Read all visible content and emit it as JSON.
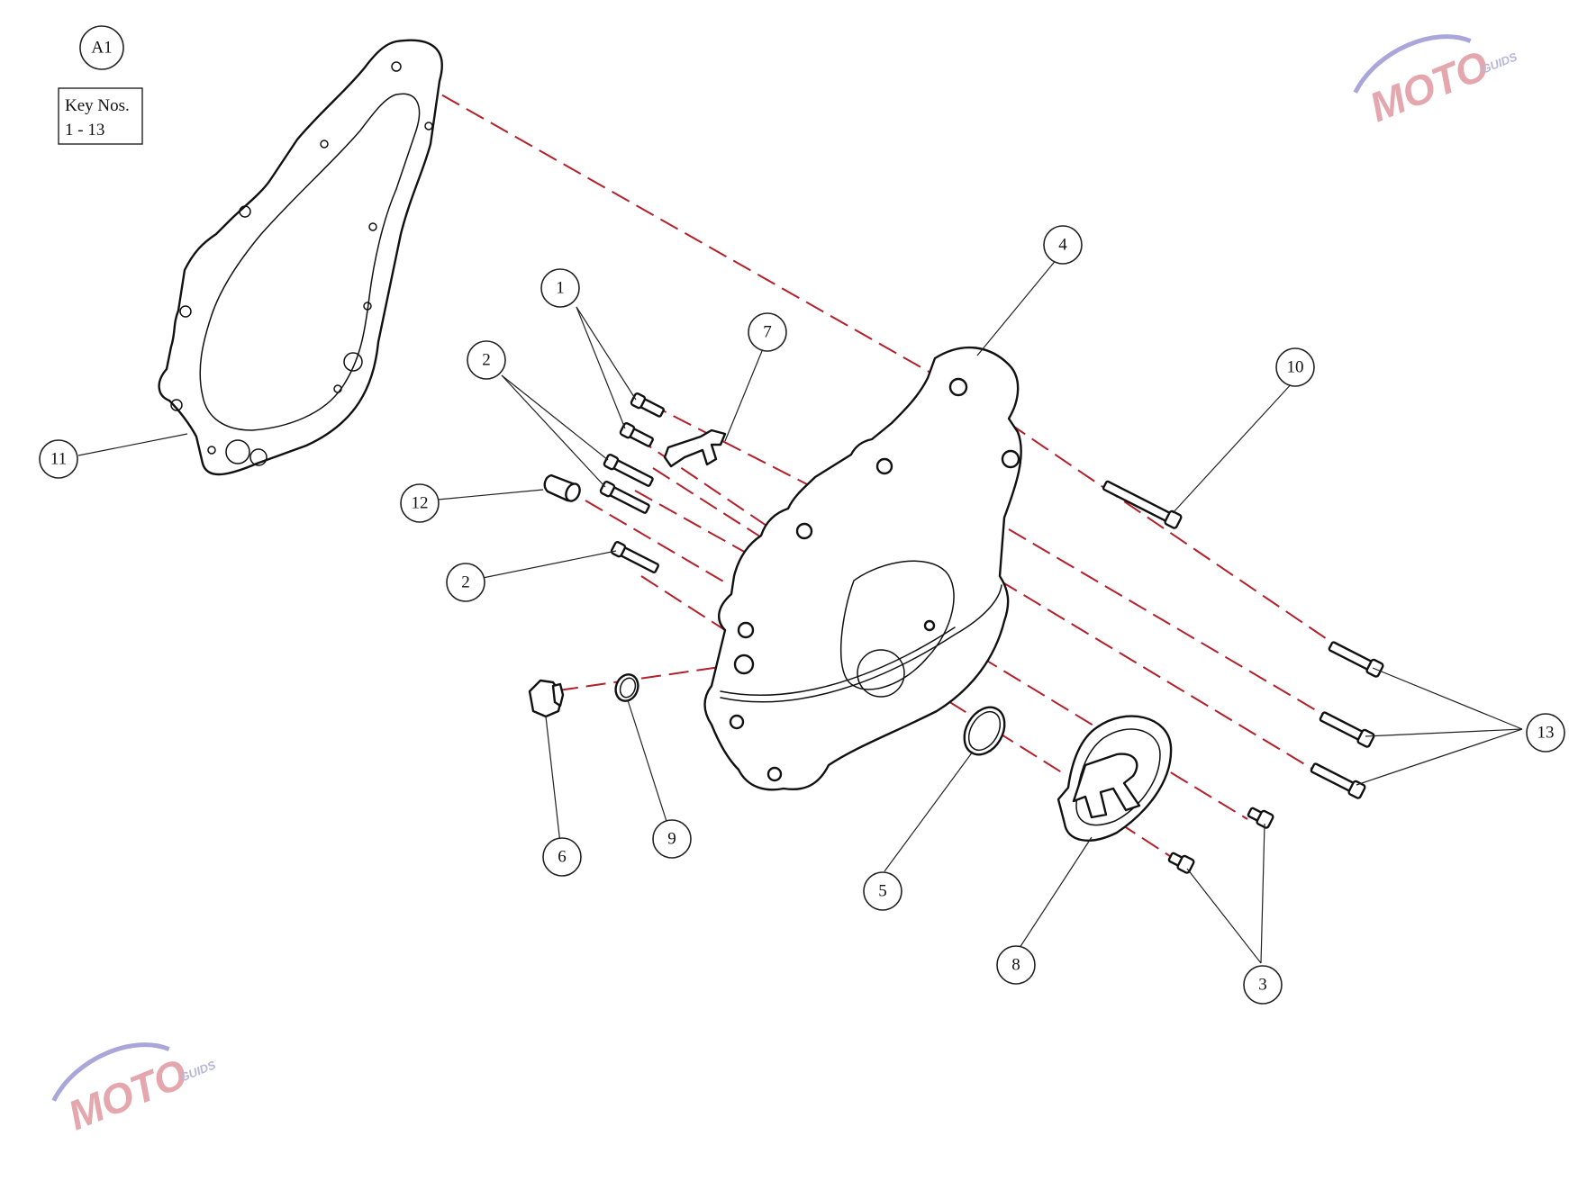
{
  "diagram": {
    "figure_label": "A1",
    "key_box": {
      "line1": "Key Nos.",
      "line2": "1 - 13"
    },
    "callouts": [
      {
        "id": "c1",
        "label": "1"
      },
      {
        "id": "c2a",
        "label": "2"
      },
      {
        "id": "c2b",
        "label": "2"
      },
      {
        "id": "c3",
        "label": "3"
      },
      {
        "id": "c4",
        "label": "4"
      },
      {
        "id": "c5",
        "label": "5"
      },
      {
        "id": "c6",
        "label": "6"
      },
      {
        "id": "c7",
        "label": "7"
      },
      {
        "id": "c8",
        "label": "8"
      },
      {
        "id": "c9",
        "label": "9"
      },
      {
        "id": "c10",
        "label": "10"
      },
      {
        "id": "c11",
        "label": "11"
      },
      {
        "id": "c12",
        "label": "12"
      },
      {
        "id": "c13",
        "label": "13"
      }
    ],
    "colors": {
      "assembly_line": "#b3202a",
      "ink": "#111111",
      "watermark_red": "#e0a3a8",
      "watermark_blue": "#a9a6da"
    }
  },
  "watermark": {
    "brand": "MOTO",
    "sub": "GUIDS"
  }
}
